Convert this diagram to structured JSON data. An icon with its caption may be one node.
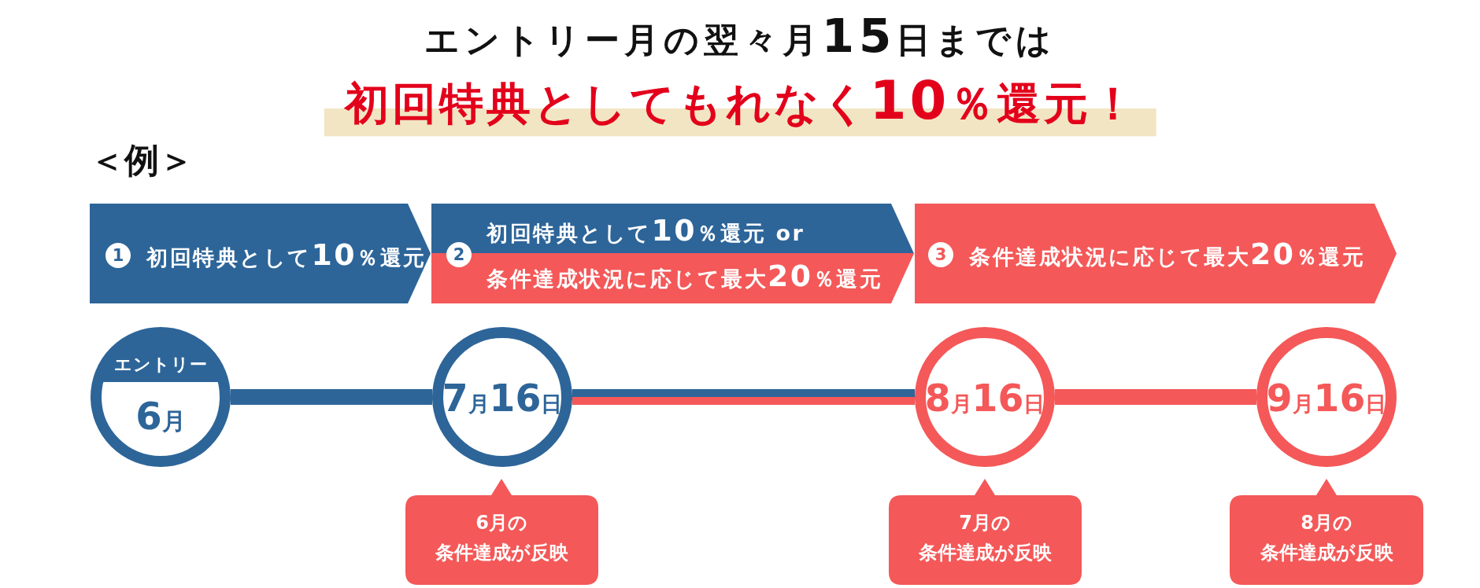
{
  "diagram": {
    "title": "エントリー月の翌々月15日までは",
    "nodes": [
      {
        "text": [
          "1",
          "初回特典として10％還元"
        ]
      },
      {
        "text": [
          "2",
          "初回特典として10％還元 or",
          "条件達成状況に応じて最大20％還元"
        ]
      },
      {
        "text": [
          "3",
          "条件達成状況に応じて最大20％還元"
        ]
      },
      {
        "text": [
          "エントリー",
          "6月"
        ]
      },
      {
        "text": [
          "7月16日"
        ]
      },
      {
        "text": [
          "8月16日"
        ]
      },
      {
        "text": [
          "9月16日"
        ]
      },
      {
        "text": [
          "6月の条件達成が反映"
        ]
      },
      {
        "text": [
          "7月の条件達成が反映"
        ]
      },
      {
        "text": [
          "8月の条件達成が反映"
        ]
      }
    ],
    "edges": [
      {
        "from": 3,
        "to": 4,
        "arrow": "none"
      },
      {
        "from": 4,
        "to": 5,
        "arrow": "none"
      },
      {
        "from": 5,
        "to": 6,
        "arrow": "none",
        "color": "#f45858"
      }
    ],
    "labels": [
      "初回特典としてもれなく10％還元！",
      "＜例＞"
    ]
  }
}
